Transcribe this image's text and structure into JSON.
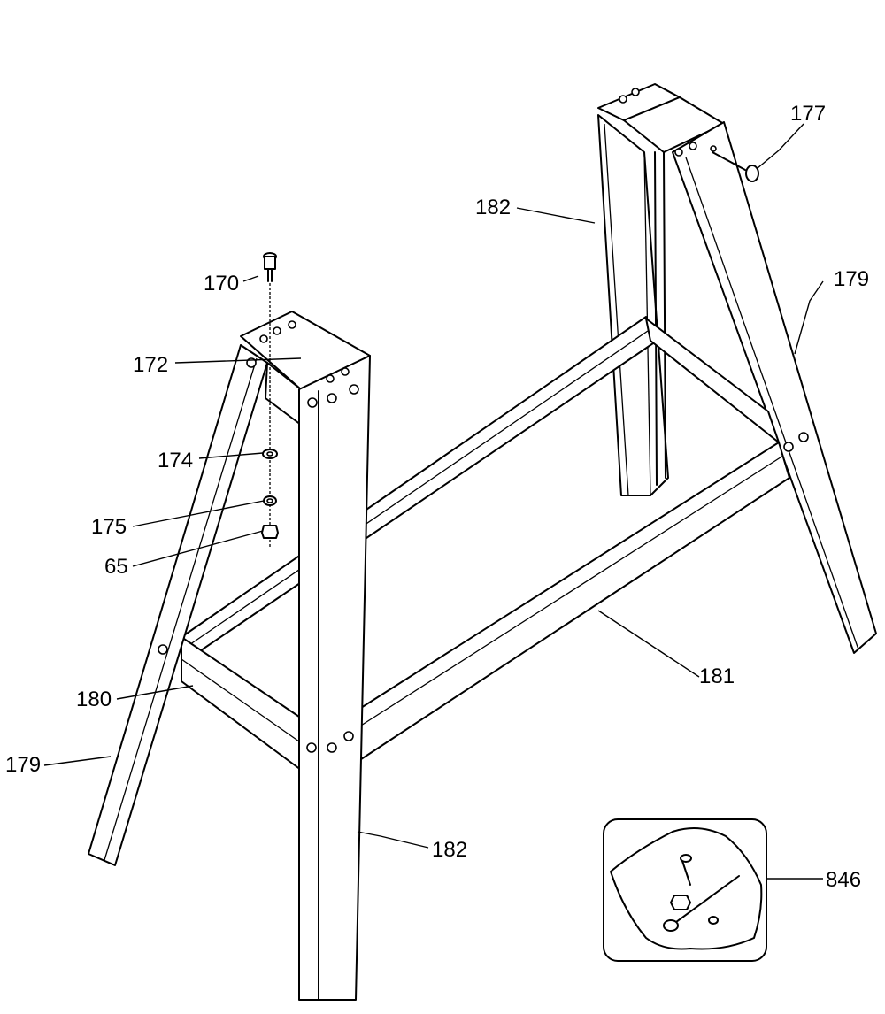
{
  "callouts": [
    {
      "id": "c170",
      "text": "170"
    },
    {
      "id": "c172",
      "text": "172"
    },
    {
      "id": "c174",
      "text": "174"
    },
    {
      "id": "c175",
      "text": "175"
    },
    {
      "id": "c65",
      "text": "65"
    },
    {
      "id": "c180",
      "text": "180"
    },
    {
      "id": "c179a",
      "text": "179"
    },
    {
      "id": "c182a",
      "text": "182"
    },
    {
      "id": "c182b",
      "text": "182"
    },
    {
      "id": "c177",
      "text": "177"
    },
    {
      "id": "c179b",
      "text": "179"
    },
    {
      "id": "c181",
      "text": "181"
    },
    {
      "id": "c846",
      "text": "846"
    }
  ]
}
